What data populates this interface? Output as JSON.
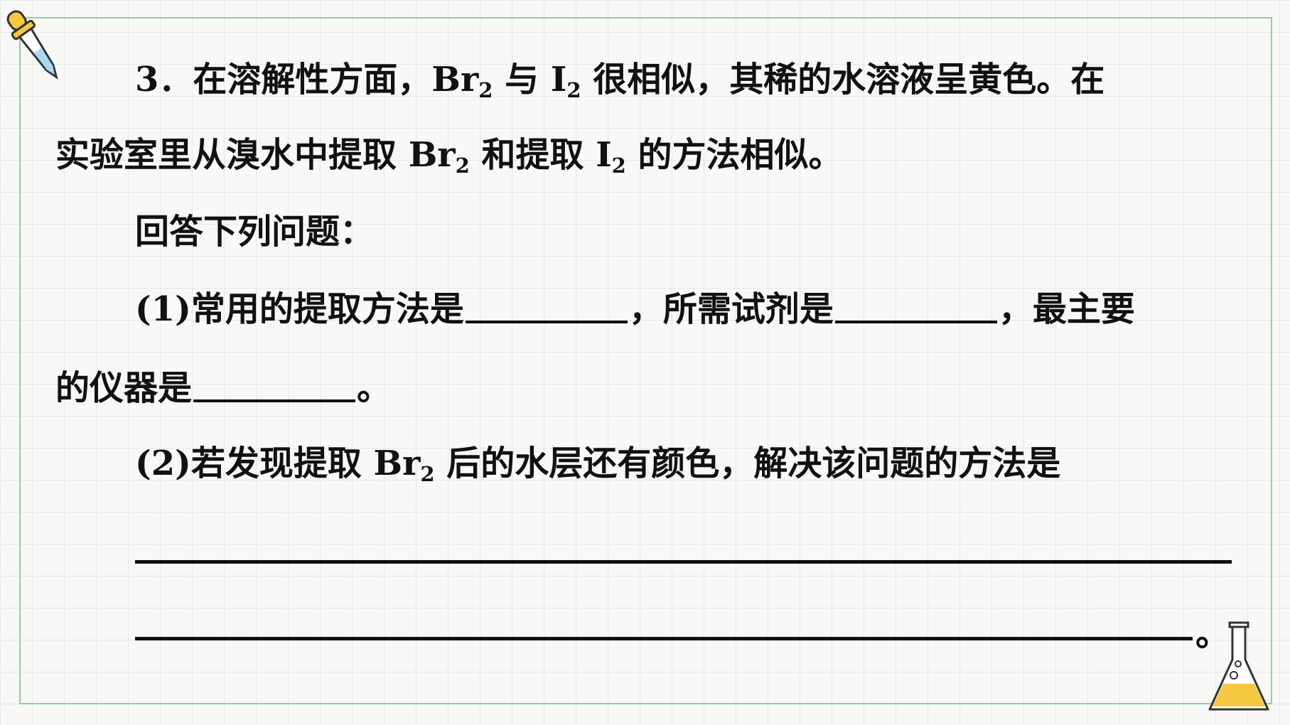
{
  "question": {
    "line1": {
      "pre": "3．在溶解性方面，Br",
      "sub1": "2",
      "mid": " 与 I",
      "sub2": "2",
      "post": " 很相似，其稀的水溶液呈黄色。在"
    },
    "line2": {
      "pre": "实验室里从溴水中提取 Br",
      "sub1": "2",
      "mid": " 和提取 I",
      "sub2": "2",
      "post": " 的方法相似。"
    },
    "prompt": "回答下列问题：",
    "part1": {
      "a": "(1)常用的提取方法是",
      "b": "，所需试剂是",
      "c": "，最主要",
      "d": "的仪器是",
      "e": "。"
    },
    "part2": {
      "pre": "(2)若发现提取 Br",
      "sub": "2",
      "post": " 后的水层还有颜色，解决该问题的方法是",
      "end": "。"
    }
  },
  "decor": {
    "top_left": "dropper-icon",
    "bottom_right": "flask-icon",
    "frame_color": "#8fd19a",
    "accent": "#f5c842"
  }
}
